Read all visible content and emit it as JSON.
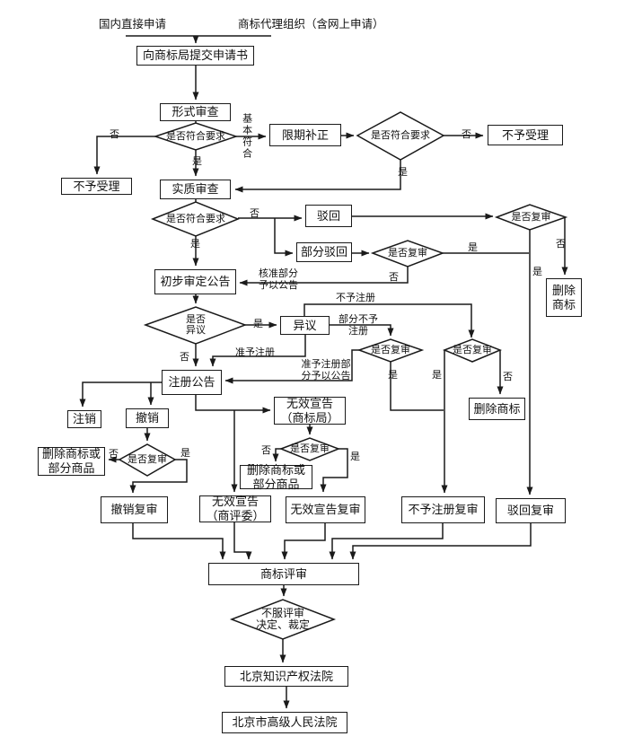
{
  "diagram": {
    "source_labels": {
      "domestic": "国内直接申请",
      "agency": "商标代理组织（含网上申请）"
    },
    "nodes": {
      "submit": "向商标局提交申请书",
      "formal_exam": "形式审查",
      "not_accepted_left": "不予受理",
      "deadline_correction": "限期补正",
      "not_accepted_right": "不予受理",
      "substantive_exam": "实质审查",
      "rejection": "驳回",
      "partial_rejection": "部分驳回",
      "delete_trademark_top": "删除\n商标",
      "preliminary_announcement": "初步审定公告",
      "opposition": "异议",
      "registration_announcement": "注册公告",
      "cancellation": "注销",
      "revocation": "撤销",
      "invalidation_bureau": "无效宣告\n（商标局）",
      "delete_tm_or_goods_left": "删除商标或\n部分商品",
      "delete_tm_or_goods_mid": "删除商标或\n部分商品",
      "delete_trademark_mid": "删除商标",
      "revocation_review": "撤销复审",
      "invalidation_board": "无效宣告\n（商评委）",
      "invalidation_review": "无效宣告复审",
      "no_registration_review": "不予注册复审",
      "rejection_review": "驳回复审",
      "trademark_review": "商标评审",
      "ip_court": "北京知识产权法院",
      "high_court": "北京市高级人民法院"
    },
    "decisions": {
      "meets_req_1": "是否符合要求",
      "meets_req_2": "是否符合要求",
      "meets_req_3": "是否符合要求",
      "review_partial_rejection": "是否复审",
      "review_rejection": "是否复审",
      "opposition_q": "是否\n异议",
      "review_partial_no_reg": "是否复审",
      "review_no_reg": "是否复审",
      "review_revocation": "是否复审",
      "review_invalidation": "是否复审",
      "dissatisfied": "不服评审\n决定、裁定"
    },
    "edge_labels": {
      "no_1": "否",
      "yes_1": "是",
      "basically_meets": "基本符合",
      "no_2": "否",
      "yes_2": "是",
      "no_3": "否",
      "yes_3": "是",
      "yes_4": "是",
      "no_4": "否",
      "approved_part_announce": "核准部分\n予以公告",
      "no_5": "否",
      "yes_5": "是",
      "yes_6": "是",
      "no_6": "否",
      "no_registration": "不予注册",
      "partial_no_registration": "部分不予\n注册",
      "approve_registration": "准予注册",
      "approve_part_announce": "准予注册部\n分予以公告",
      "yes_7": "是",
      "yes_8": "是",
      "no_8": "否",
      "no_9": "否",
      "yes_9": "是",
      "no_10": "否",
      "yes_10": "是"
    }
  }
}
